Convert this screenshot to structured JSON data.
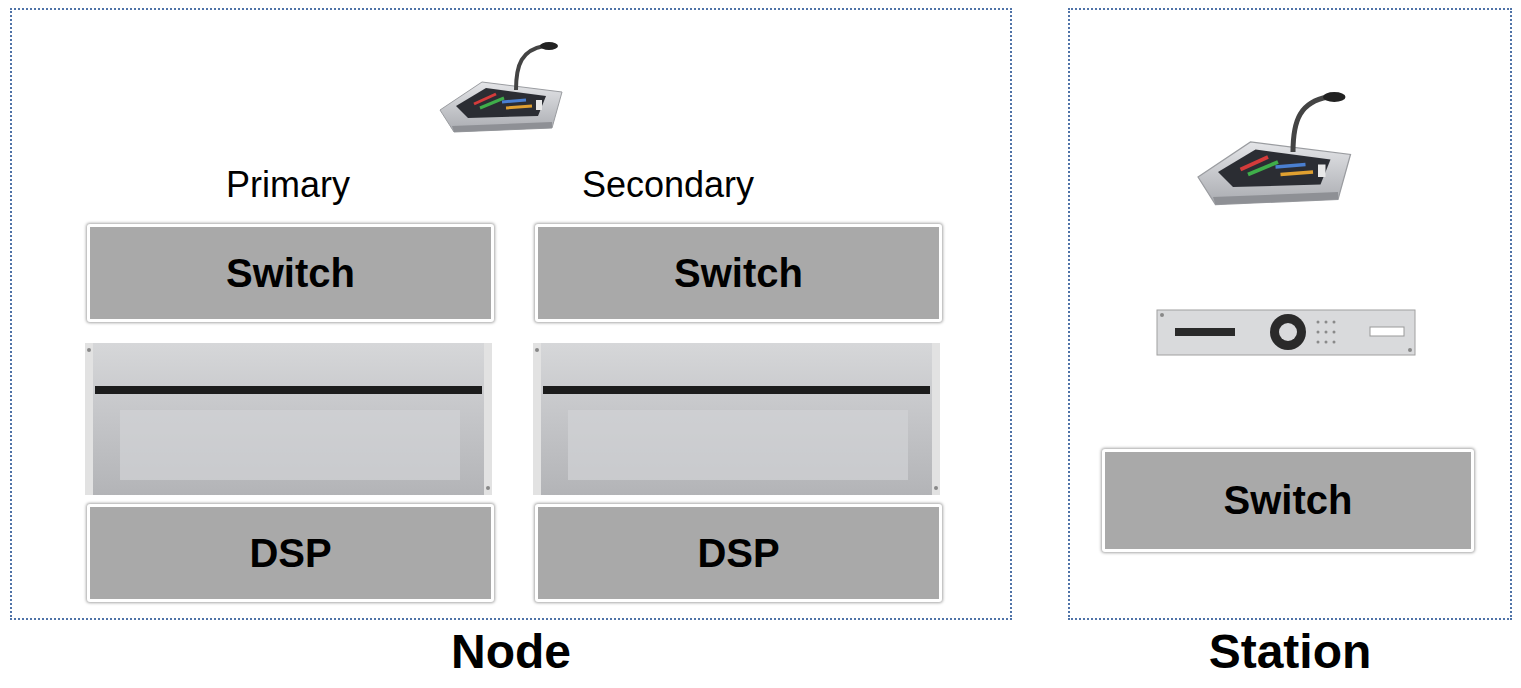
{
  "diagram": {
    "nodes": [
      {
        "text": [
          "Node"
        ]
      },
      {
        "text": [
          "Switch"
        ],
        "in": 0
      },
      {
        "text": [
          "Switch"
        ],
        "in": 0
      },
      {
        "text": [
          "DSP"
        ],
        "in": 0
      },
      {
        "text": [
          "DSP"
        ],
        "in": 0
      },
      {
        "text": [
          "Station"
        ]
      },
      {
        "text": [
          "Switch"
        ],
        "in": 5
      }
    ],
    "labels": [
      "Primary",
      "Secondary"
    ]
  }
}
